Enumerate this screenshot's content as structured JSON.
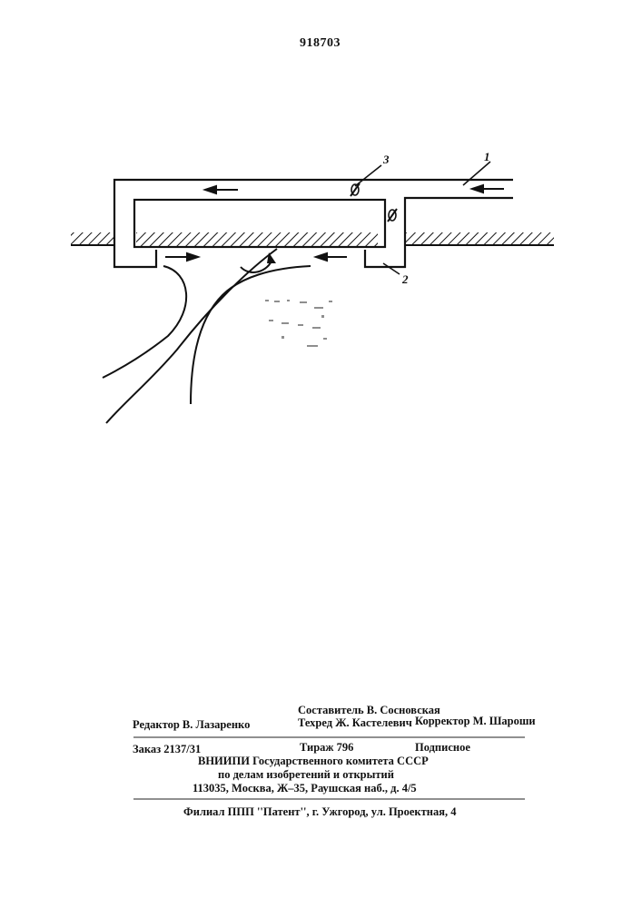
{
  "patent_number": "918703",
  "figure": {
    "labels": {
      "label_1": "1",
      "label_2": "2",
      "label_3": "3"
    }
  },
  "credits": {
    "compiler": "Составитель В. Сосновская",
    "editor": "Редактор В. Лазаренко",
    "techred": "Техред Ж. Кастелевич",
    "corrector": "Корректор М. Шароши"
  },
  "order_block": {
    "order": "Заказ 2137/31",
    "circulation": "Тираж 796",
    "subscription": "Подписное",
    "org_line1": "ВНИИПИ Государственного комитета СССР",
    "org_line2": "по делам изобретений и открытий",
    "address": "113035, Москва, Ж–35, Раушская наб., д. 4/5"
  },
  "branch": "Филиал ППП ''Патент'', г. Ужгород, ул. Проектная, 4"
}
